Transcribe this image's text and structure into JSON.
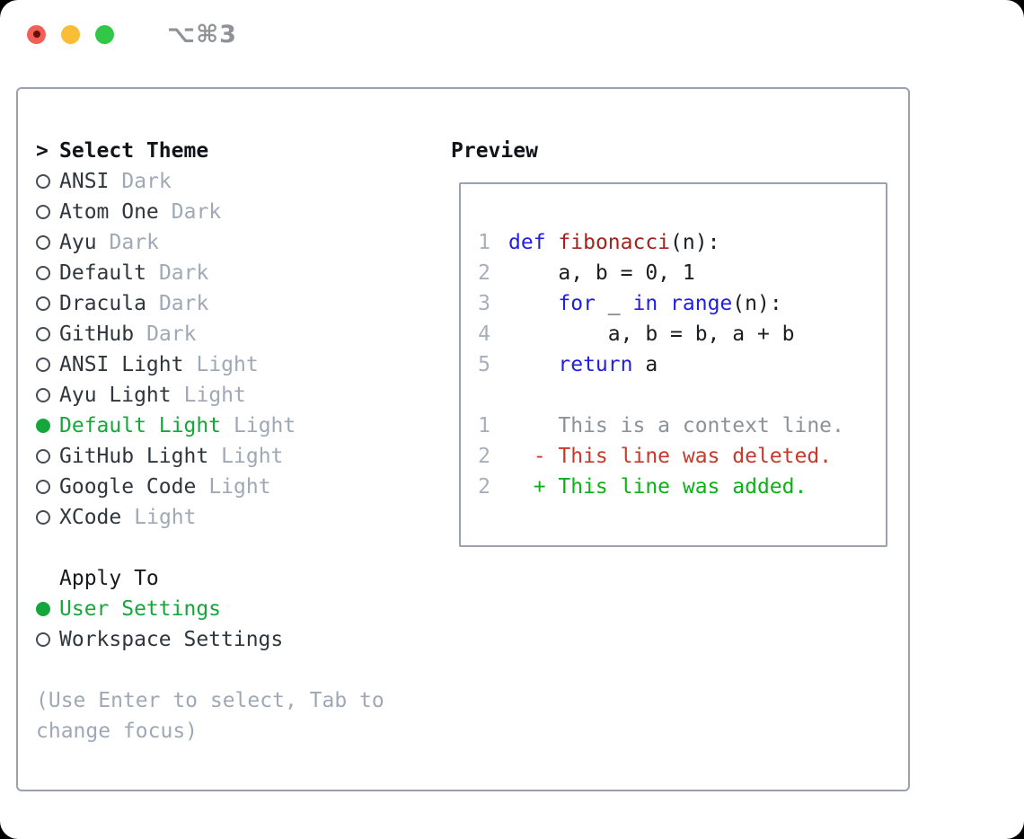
{
  "window": {
    "shortcut": "⌥⌘3"
  },
  "theme_picker": {
    "cursor": ">",
    "title": "Select Theme",
    "items": [
      {
        "name": "ANSI",
        "tag": "Dark",
        "selected": false
      },
      {
        "name": "Atom One",
        "tag": "Dark",
        "selected": false
      },
      {
        "name": "Ayu",
        "tag": "Dark",
        "selected": false
      },
      {
        "name": "Default",
        "tag": "Dark",
        "selected": false
      },
      {
        "name": "Dracula",
        "tag": "Dark",
        "selected": false
      },
      {
        "name": "GitHub",
        "tag": "Dark",
        "selected": false
      },
      {
        "name": "ANSI Light",
        "tag": "Light",
        "selected": false
      },
      {
        "name": "Ayu Light",
        "tag": "Light",
        "selected": false
      },
      {
        "name": "Default Light",
        "tag": "Light",
        "selected": true
      },
      {
        "name": "GitHub Light",
        "tag": "Light",
        "selected": false
      },
      {
        "name": "Google Code",
        "tag": "Light",
        "selected": false
      },
      {
        "name": "XCode",
        "tag": "Light",
        "selected": false
      }
    ]
  },
  "apply_to": {
    "title": "Apply To",
    "options": [
      {
        "label": "User Settings",
        "selected": true
      },
      {
        "label": "Workspace Settings",
        "selected": false
      }
    ]
  },
  "hint": "(Use Enter to select, Tab to change focus)",
  "preview": {
    "title": "Preview",
    "code_lines": [
      {
        "number": "1",
        "tokens": [
          {
            "text": "def",
            "style": "keyword"
          },
          {
            "text": " "
          },
          {
            "text": "fibonacci",
            "style": "function"
          },
          {
            "text": "(n):"
          }
        ]
      },
      {
        "number": "2",
        "tokens": [
          {
            "text": "    a, b = 0, 1"
          }
        ]
      },
      {
        "number": "3",
        "tokens": [
          {
            "text": "    "
          },
          {
            "text": "for",
            "style": "keyword"
          },
          {
            "text": " _ "
          },
          {
            "text": "in",
            "style": "keyword"
          },
          {
            "text": " "
          },
          {
            "text": "range",
            "style": "keyword"
          },
          {
            "text": "(n):"
          }
        ]
      },
      {
        "number": "4",
        "tokens": [
          {
            "text": "        a, b = b, a + b"
          }
        ]
      },
      {
        "number": "5",
        "tokens": [
          {
            "text": "    "
          },
          {
            "text": "return",
            "style": "keyword"
          },
          {
            "text": " a"
          }
        ]
      }
    ],
    "diff_lines": [
      {
        "number": "1",
        "text": "    This is a context line.",
        "type": "context"
      },
      {
        "number": "2",
        "text": "  - This line was deleted.",
        "type": "deleted"
      },
      {
        "number": "2",
        "text": "  + This line was added.",
        "type": "added"
      }
    ]
  },
  "colors": {
    "selected_green": "#16a73c",
    "keyword_blue": "#1f1fe6",
    "function_red": "#a5231b",
    "diff_context_gray": "#8b9299",
    "diff_deleted_red": "#c63a2b",
    "diff_added_green": "#0db117",
    "muted_gray": "#9fa9b6",
    "line_number_gray": "#a6b0bc",
    "border_gray": "#9aa2ae",
    "traffic_red": "#f25f57",
    "traffic_yellow": "#f9bd36",
    "traffic_green": "#33c748"
  }
}
